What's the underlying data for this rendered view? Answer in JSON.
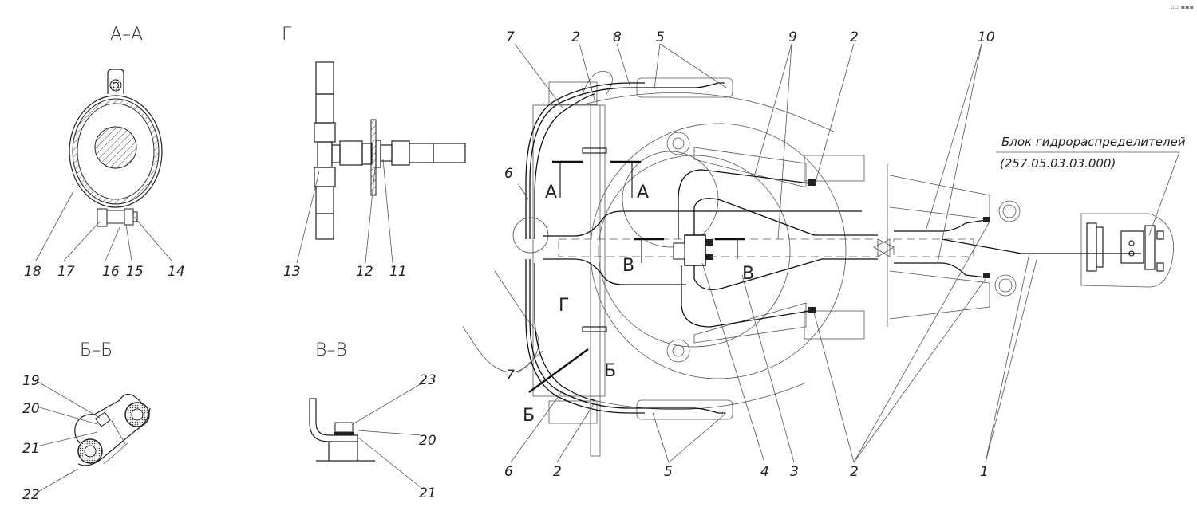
{
  "views": {
    "section_aa": {
      "title": "А–А",
      "callouts": [
        "18",
        "17",
        "16",
        "15",
        "14"
      ]
    },
    "view_g": {
      "title": "Г",
      "callouts": [
        "13",
        "12",
        "11"
      ]
    },
    "section_bb": {
      "title": "Б–Б",
      "callouts": [
        "19",
        "20",
        "21",
        "22"
      ]
    },
    "section_vv": {
      "title": "В–В",
      "callouts": [
        "23",
        "20",
        "21"
      ]
    }
  },
  "main_view": {
    "top_callouts": [
      "7",
      "2",
      "8",
      "5",
      "9",
      "2",
      "10"
    ],
    "left_callouts": [
      "6",
      "7"
    ],
    "bottom_callouts": [
      "6",
      "2",
      "5",
      "4",
      "3",
      "2",
      "1"
    ],
    "cut_marks": {
      "a_left": "А",
      "a_right": "А",
      "v_left": "В",
      "v_right": "В",
      "b_top": "Б",
      "b_bottom": "Б",
      "g": "Г"
    }
  },
  "annotation": {
    "line1": "Блок гидрораспределителей",
    "line2": "(257.05.03.03.000)"
  },
  "corner_mark": "▫▫ ▪▪▪"
}
